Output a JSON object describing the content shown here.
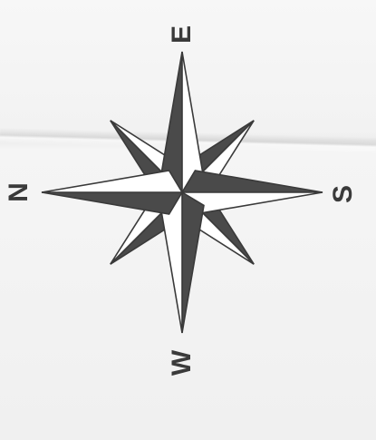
{
  "compass": {
    "labels": {
      "top": "E",
      "left": "N",
      "right": "S",
      "bottom": "W"
    },
    "colors": {
      "dark": "#4a4a4a",
      "outline": "#3a3a3a",
      "light": "#ffffff"
    }
  }
}
